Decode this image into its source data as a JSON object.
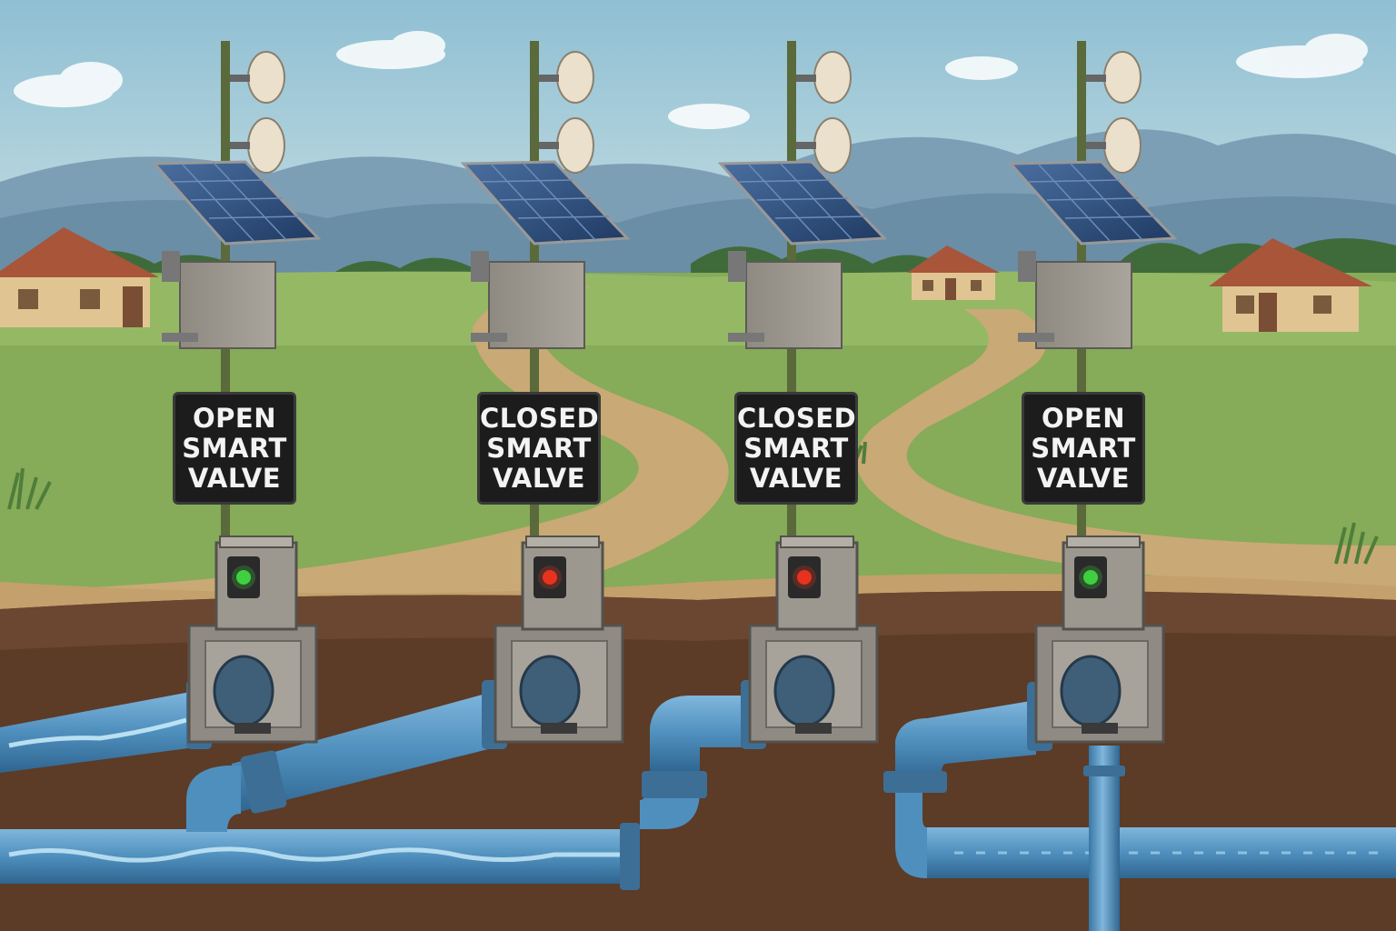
{
  "valves": [
    {
      "state_label": "OPEN",
      "line2": "SMART",
      "line3": "VALVE",
      "indicator": "green",
      "indicator_color": "#3fd13f"
    },
    {
      "state_label": "CLOSED",
      "line2": "SMART",
      "line3": "VALVE",
      "indicator": "red",
      "indicator_color": "#e8321e"
    },
    {
      "state_label": "CLOSED",
      "line2": "SMART",
      "line3": "VALVE",
      "indicator": "red",
      "indicator_color": "#e8321e"
    },
    {
      "state_label": "OPEN",
      "line2": "SMART",
      "line3": "VALVE",
      "indicator": "green",
      "indicator_color": "#3fd13f"
    }
  ],
  "colors": {
    "sky": "#a9cfdc",
    "mountains": "#6f93ad",
    "field": "#84a957",
    "path": "#c9a975",
    "soil": "#5a3a26",
    "pipe": "#4f8fbd",
    "water": "#8fd0ef",
    "solar_panel": "#2e4f7e"
  },
  "icons": [
    "solar-panel-icon",
    "antenna-dish-icon",
    "valve-actuator-icon",
    "indicator-light-icon",
    "pipe-icon"
  ]
}
